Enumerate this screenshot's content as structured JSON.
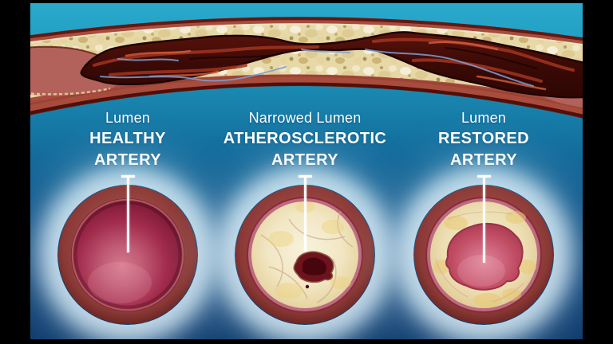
{
  "scene": {
    "kind": "medical illustration of atherosclerosis",
    "letterbox_color": "#000000",
    "background_top_color": "#2BAACD",
    "background_bottom_color": "#0D3A6C",
    "text_color": "#FFFFFF"
  },
  "top_illustration": {
    "name": "artery-longitudinal-section-with-plaque",
    "wall_color": "#A84C3E",
    "outer_edge_color": "#64180F",
    "plaque_color": "#E7D8A8",
    "clot_color": "#3A0A06"
  },
  "sections": [
    {
      "id": "healthy",
      "lumen_label": "Lumen",
      "title_line1": "HEALTHY",
      "title_line2": "ARTERY",
      "lumen_color": "#A22C4D"
    },
    {
      "id": "atherosclerotic",
      "lumen_label": "Narrowed Lumen",
      "title_line1": "ATHEROSCLEROTIC",
      "title_line2": "ARTERY",
      "lumen_color": "#6A0D18"
    },
    {
      "id": "restored",
      "lumen_label": "Lumen",
      "title_line1": "RESTORED",
      "title_line2": "ARTERY",
      "lumen_color": "#C04A62"
    }
  ]
}
